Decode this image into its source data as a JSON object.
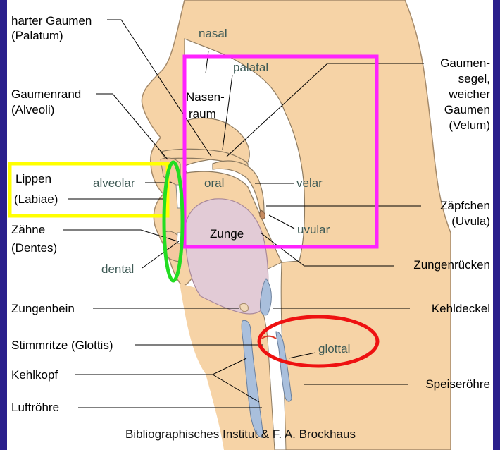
{
  "labels": {
    "harter_gaumen": "harter Gaumen",
    "palatum": "(Palatum)",
    "gaumenrand": "Gaumenrand",
    "alveoli": "(Alveoli)",
    "lippen": "Lippen",
    "labiae": "(Labiae)",
    "zaehne": "Zähne",
    "dentes": "(Dentes)",
    "zungenbein": "Zungenbein",
    "stimmritze": "Stimmritze (Glottis)",
    "kehlkopf": "Kehlkopf",
    "luftroehre": "Luftröhre",
    "gaumensegel_1": "Gaumen-",
    "gaumensegel_2": "segel,",
    "gaumensegel_3": "weicher",
    "gaumensegel_4": "Gaumen",
    "gaumensegel_5": "(Velum)",
    "zaepfchen": "Zäpfchen",
    "uvula": "(Uvula)",
    "zungenruecken": "Zungenrücken",
    "kehldeckel": "Kehldeckel",
    "speiseroehre": "Speiseröhre",
    "nasenraum_1": "Nasen-",
    "nasenraum_2": "raum",
    "zunge": "Zunge"
  },
  "places": {
    "nasal": "nasal",
    "palatal": "palatal",
    "alveolar": "alveolar",
    "oral": "oral",
    "velar": "velar",
    "uvular": "uvular",
    "dental": "dental",
    "glottal": "glottal"
  },
  "credit": "Bibliographisches Institut & F. A. Brockhaus",
  "colors": {
    "background": "#2a1f8c",
    "skin": "#f6d3a6",
    "tongue": "#e2cbd6",
    "cavity": "#ffffff",
    "highlight_velar_box": "#ff22ff",
    "highlight_lips_box": "#ffff00",
    "highlight_dental_ellipse": "#22dd22",
    "highlight_glottal_ellipse": "#ee1111",
    "place_label_color": "#3e5a55",
    "airway": "#a9bfdc"
  }
}
